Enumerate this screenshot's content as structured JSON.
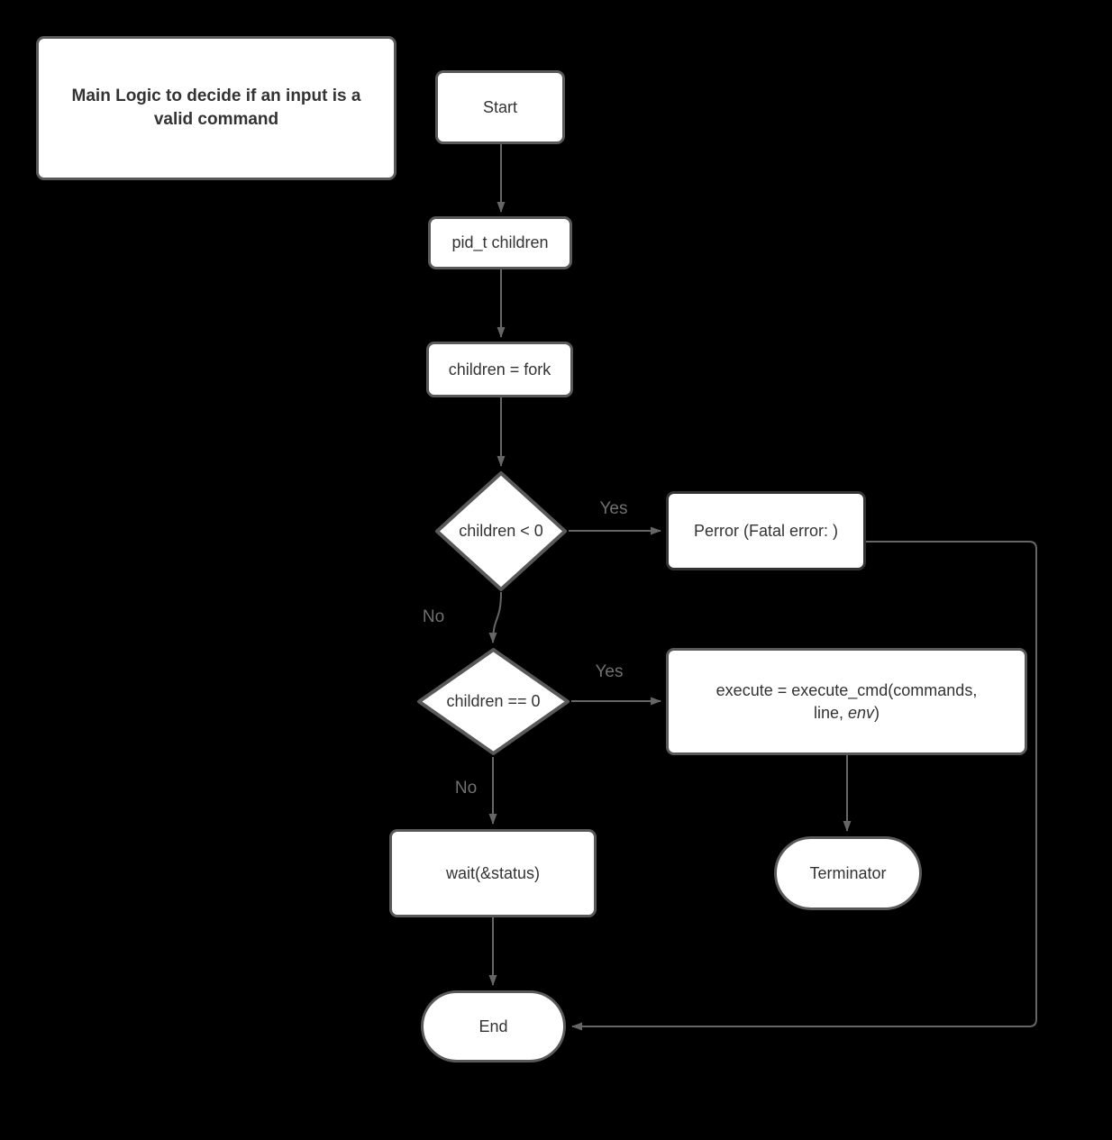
{
  "title_note": {
    "text": "Main Logic to decide if an input is a valid command"
  },
  "nodes": {
    "start": "Start",
    "declare": "pid_t children",
    "fork": "children = fork",
    "check_negative": "children < 0",
    "perror": "Perror (Fatal error: )",
    "check_zero": "children == 0",
    "execute_line1": "execute = execute_cmd(commands,",
    "execute_line2_pre": "line, ",
    "execute_line2_italic": "env",
    "execute_line2_post": ")",
    "wait": "wait(&status)",
    "terminator": "Terminator",
    "end": "End"
  },
  "edge_labels": {
    "yes_negative": "Yes",
    "no_negative": "No",
    "yes_zero": "Yes",
    "no_zero": "No"
  },
  "colors": {
    "background": "#000000",
    "shape_fill": "#ffffff",
    "shape_border": "#595959",
    "perror_border": "#333333",
    "connector": "#666666",
    "shape_text": "#333333",
    "edge_label_text": "#707070"
  }
}
